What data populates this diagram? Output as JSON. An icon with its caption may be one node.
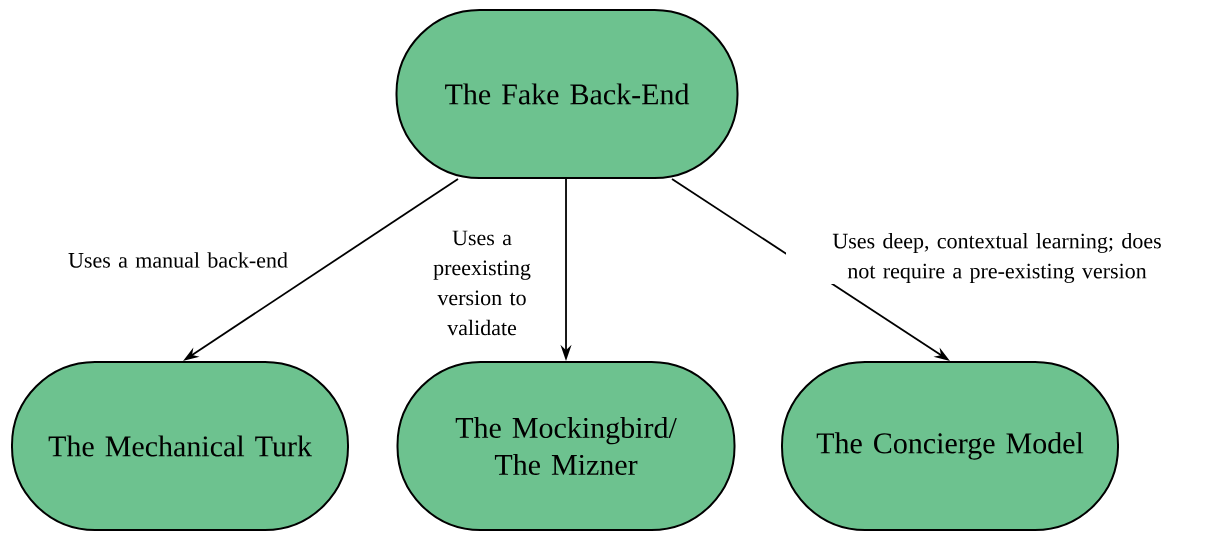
{
  "diagram": {
    "nodes": [
      {
        "text": [
          "The Fake Back-End"
        ]
      },
      {
        "text": [
          "The Mechanical Turk"
        ]
      },
      {
        "text": [
          "The Mockingbird/ The Mizner"
        ]
      },
      {
        "text": [
          "The Concierge Model"
        ]
      }
    ],
    "edges": [
      {
        "from": 0,
        "to": 1,
        "arrow": "to",
        "label": "Uses a manual back-end"
      },
      {
        "from": 0,
        "to": 2,
        "arrow": "to",
        "label": "Uses a preexisting version to validate"
      },
      {
        "from": 0,
        "to": 3,
        "arrow": "to",
        "label": "Uses deep, contextual learning; does not require a pre-existing version"
      }
    ]
  }
}
